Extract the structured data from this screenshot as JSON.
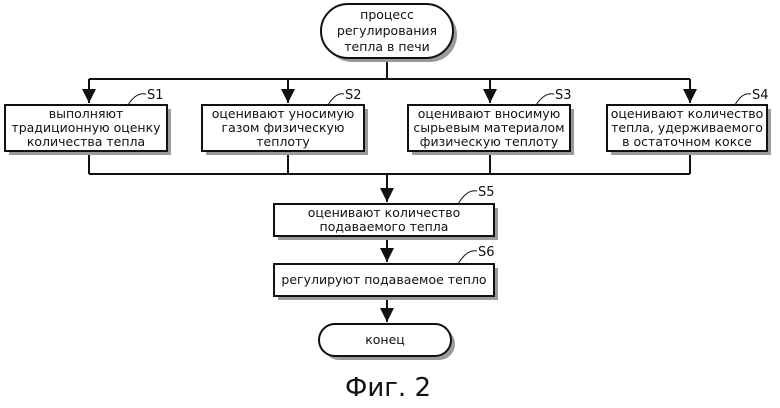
{
  "start": [
    "процесс",
    "регулирования",
    "тепла в печи"
  ],
  "steps": [
    {
      "id": "S1",
      "lines": [
        "выполняют",
        "традиционную оценку",
        "количества тепла"
      ]
    },
    {
      "id": "S2",
      "lines": [
        "оценивают уносимую",
        "газом физическую",
        "теплоту"
      ]
    },
    {
      "id": "S3",
      "lines": [
        "оценивают вносимую",
        "сырьевым материалом",
        "физическую теплоту"
      ]
    },
    {
      "id": "S4",
      "lines": [
        "оценивают количество",
        "тепла, удерживаемого",
        "в остаточном коксе"
      ]
    },
    {
      "id": "S5",
      "lines": [
        "оценивают количество",
        "подаваемого тепла"
      ]
    },
    {
      "id": "S6",
      "lines": [
        "регулируют подаваемое тепло"
      ]
    }
  ],
  "end": "конец",
  "caption": "Фиг. 2"
}
